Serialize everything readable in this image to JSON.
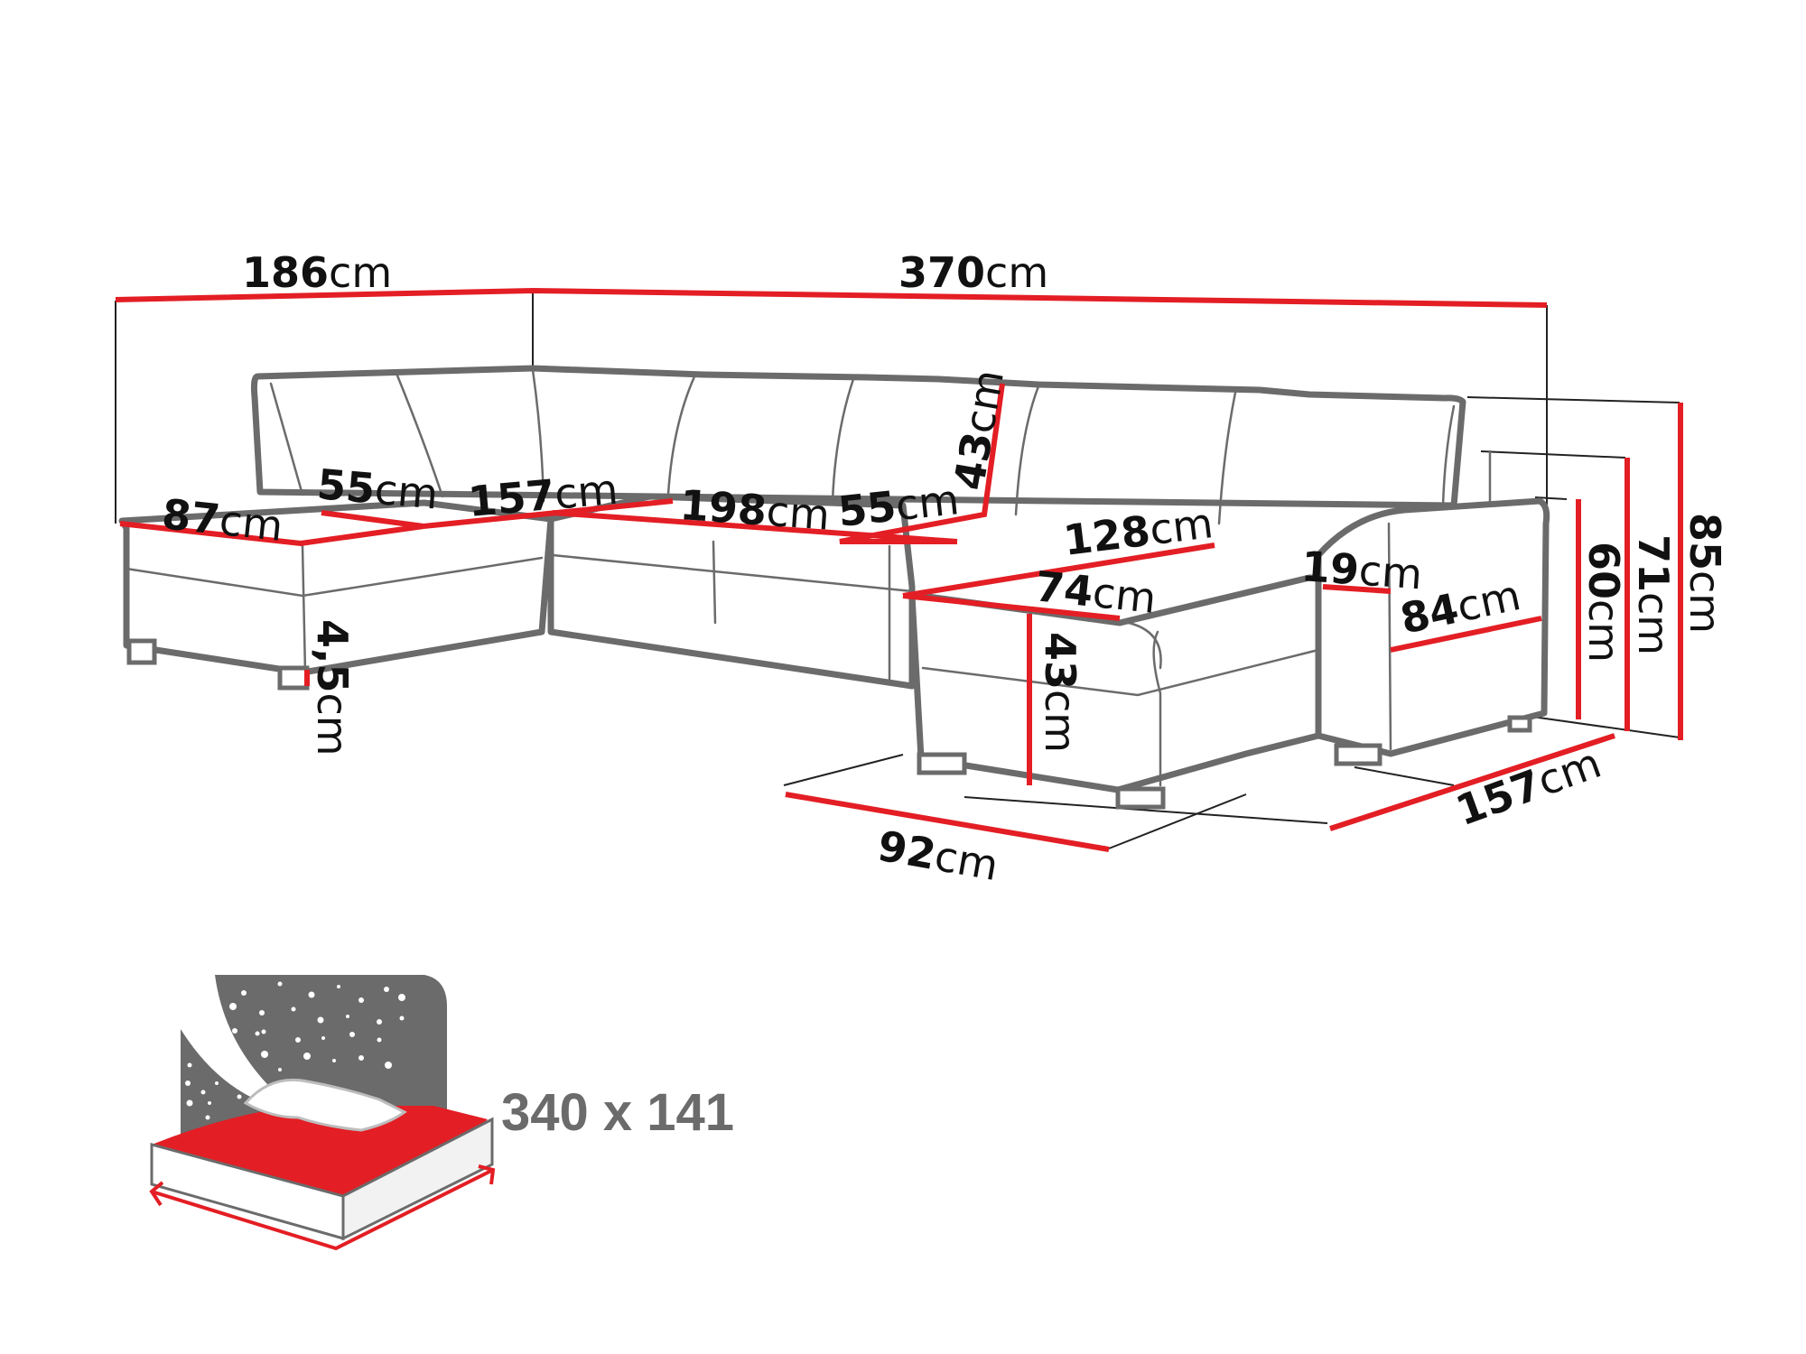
{
  "diagram": {
    "subject": "U-shaped corner sofa with dimensions",
    "unit": "cm",
    "colors": {
      "dimension_line": "#e31e24",
      "outline": "#6b6b6b",
      "text": "#111111",
      "bed_icon_gray": "#6b6b6b",
      "bed_sheet": "#e31e24"
    },
    "labels": {
      "total_left_depth": {
        "value": "186",
        "unit": "cm"
      },
      "total_width": {
        "value": "370",
        "unit": "cm"
      },
      "left_chaise_width": {
        "value": "87",
        "unit": "cm"
      },
      "left_seat_depth": {
        "value": "55",
        "unit": "cm"
      },
      "left_seat_length": {
        "value": "157",
        "unit": "cm"
      },
      "middle_seat_length": {
        "value": "198",
        "unit": "cm"
      },
      "middle_seat_depth": {
        "value": "55",
        "unit": "cm"
      },
      "backrest_height": {
        "value": "43",
        "unit": "cm"
      },
      "right_seat_length": {
        "value": "128",
        "unit": "cm"
      },
      "right_chaise_width": {
        "value": "74",
        "unit": "cm"
      },
      "armrest_width": {
        "value": "19",
        "unit": "cm"
      },
      "armrest_depth": {
        "value": "84",
        "unit": "cm"
      },
      "seat_height": {
        "value": "43",
        "unit": "cm"
      },
      "leg_height": {
        "value": "4,5",
        "unit": "cm"
      },
      "armrest_height": {
        "value": "60",
        "unit": "cm"
      },
      "back_height": {
        "value": "71",
        "unit": "cm"
      },
      "total_height": {
        "value": "85",
        "unit": "cm"
      },
      "chaise_front_width": {
        "value": "92",
        "unit": "cm"
      },
      "right_depth": {
        "value": "157",
        "unit": "cm"
      }
    },
    "sleeping_area": {
      "icon": "bed-with-night-sky-icon",
      "text": "340 x 141"
    }
  }
}
